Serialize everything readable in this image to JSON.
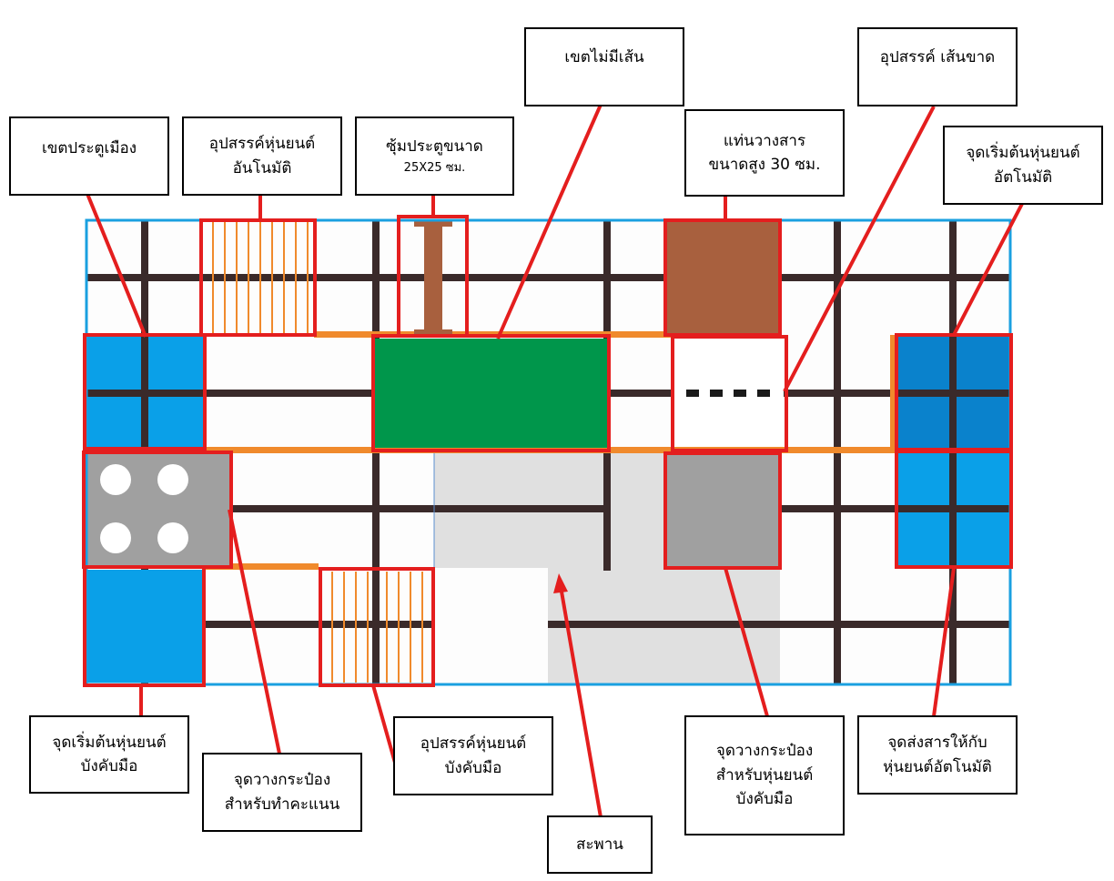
{
  "labels": {
    "gate_zone": "เขตประตูเมือง",
    "auto_obstacle_l1": "อุปสรรค์หุ่นยนต์",
    "auto_obstacle_l2": "อันโนมัติ",
    "arch_l1": "ซุ้มประตูขนาด",
    "arch_l2": "25X25 ซม.",
    "no_line": "เขตไม่มีเส้น",
    "stand_l1": "แท่นวางสาร",
    "stand_l2": "ขนาดสูง 30 ซม.",
    "dashed_obstacle": "อุปสรรค์ เส้นขาด",
    "auto_start_l1": "จุดเริ่มต้นหุ่นยนต์",
    "auto_start_l2": "อัตโนมัติ",
    "manual_start_l1": "จุดเริ่มต้นหุ่นยนต์",
    "manual_start_l2": "บังคับมือ",
    "score_can_l1": "จุดวางกระป๋อง",
    "score_can_l2": "สำหรับทำคะแนน",
    "manual_obstacle_l1": "อุปสรรค์หุ่นยนต์",
    "manual_obstacle_l2": "บังคับมือ",
    "bridge": "สะพาน",
    "manual_can_l1": "จุดวางกระป๋อง",
    "manual_can_l2": "สำหรับหุ่นยนต์",
    "manual_can_l3": "บังคับมือ",
    "delivery_l1": "จุดส่งสารให้กับ",
    "delivery_l2": "หุ่นยนต์อัตโนมัติ"
  },
  "colors": {
    "border": "#1aa0e0",
    "grid_line": "#3a2a2a",
    "orange": "#f08a2c",
    "highlight": "#e41e1e",
    "blue": "#0aa0e8",
    "blue_dark": "#0a82cc",
    "green": "#00964b",
    "brown": "#a8603e",
    "gray_zone": "#a0a0a0",
    "bridge": "#e0e0e0"
  }
}
